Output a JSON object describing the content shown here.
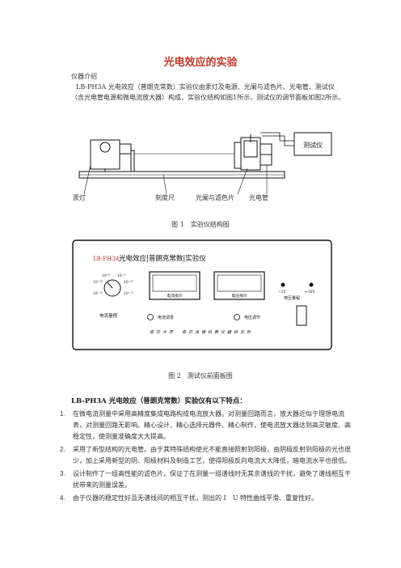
{
  "title": "光电效应的实验",
  "intro_heading": "仪器介绍",
  "intro_paragraph": "LB-PH3A 光电效应（普朗克常数）实验仪由汞灯及电源、光阑与滤色片、光电管、测试仪（含光电管电源和微电流放大器）构成，实验仪结构如图1所示，测试仪的调节面板如图2所示。",
  "figure1": {
    "tester_label": "测试仪",
    "labels": [
      "汞灯",
      "刻度尺",
      "光阑与滤色片",
      "光电管"
    ],
    "caption": "图 1　实验仪结构图"
  },
  "figure2": {
    "model": "LB-PH3A",
    "device_name": "光电效应|普朗克常数|实验仪",
    "current_range_label": "电流量程",
    "ranges": [
      "10⁻⁸",
      "10⁻⁹",
      "10⁻¹⁰",
      "10⁻¹¹",
      "10⁻¹²",
      "10⁻¹³"
    ],
    "current_display_label": "电流指示",
    "voltage_display_label": "电压指示",
    "current_adjust_label": "电流调零",
    "voltage_adjust_label": "电压调节",
    "polarity_left": "−2V",
    "polarity_right": "+30V",
    "voltage_range_label": "电压量程",
    "footer": "南京大学　南京浪博科教仪器研究所",
    "caption": "图 2　测试仪前面板图"
  },
  "features_title": "LB-PH3A 光电效应（普朗克常数）实验仪有以下特点：",
  "features": [
    {
      "num": "1.",
      "text": "在微电流测量中采用高精度集成电路构成电流放大器。对测量回路而言，放大器近似于理想电流表，对测量回路无影响。精心设计、精心选择元器件、精心制作，使电流放大器达到高灵敏度、高稳定性，使测量准确度大大提高。"
    },
    {
      "num": "2.",
      "text": "采用了新型结构的光电管。由于其特殊结构使光不能直接照射到阳极，由阴极反射到阳极的光也很少，加上采用新型的阴、阳极材料及制造工艺，使得阳极反向电流大大降低，暗电流水平也很低。"
    },
    {
      "num": "3.",
      "text": "设计制作了一组高性能的滤色片，保证了在测量一组谱线时无其余谱线的干扰，避免了谱线相互干扰带来的测量误差。"
    },
    {
      "num": "4.",
      "text": "由于仪器的稳定性好且无谱线间的相互干扰，测出的 I　U 特性曲线平滑、重复性好。"
    }
  ]
}
